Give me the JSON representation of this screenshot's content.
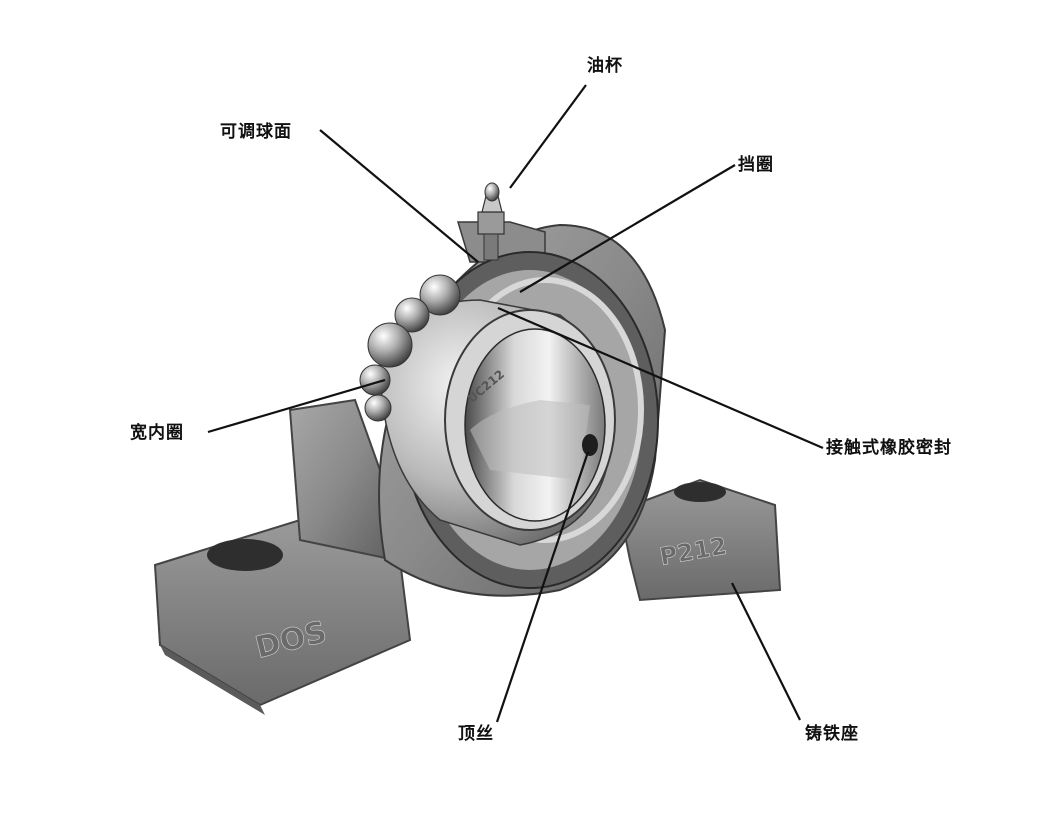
{
  "labels": {
    "oil_cup": "油杯",
    "adjustable_sphere": "可调球面",
    "retaining_ring": "挡圈",
    "wide_inner_ring": "宽内圈",
    "contact_rubber_seal": "接触式橡胶密封",
    "set_screw": "顶丝",
    "cast_iron_housing": "铸铁座"
  },
  "markings": {
    "housing_brand": "DOS",
    "housing_model": "P212",
    "insert_model": "UC212"
  },
  "colors": {
    "housing": "#8c8c8c",
    "steel": "#c9c9c9",
    "seal": "#5e5e5e",
    "line": "#111111"
  }
}
